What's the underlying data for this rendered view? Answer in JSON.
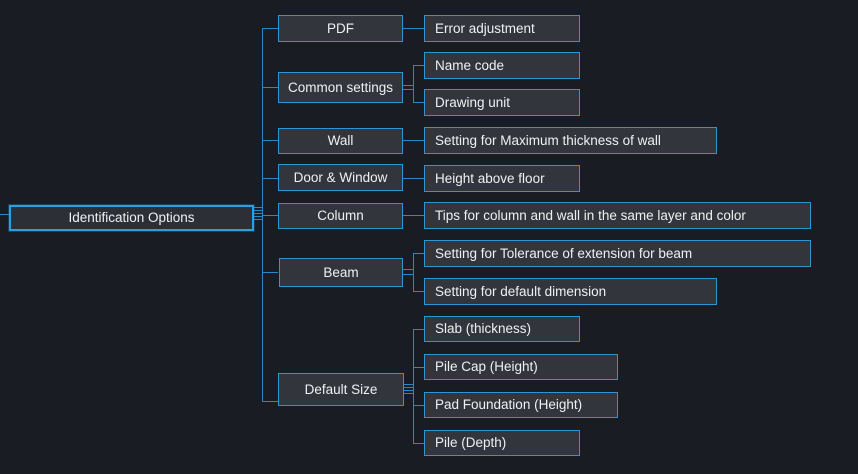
{
  "diagram": {
    "type": "mindmap-tree",
    "root": {
      "label": "Identification Options",
      "selected": true
    },
    "branches": [
      {
        "label": "PDF",
        "children": [
          {
            "label": "Error adjustment"
          }
        ]
      },
      {
        "label": "Common settings",
        "children": [
          {
            "label": "Name code"
          },
          {
            "label": "Drawing unit"
          }
        ]
      },
      {
        "label": "Wall",
        "children": [
          {
            "label": "Setting for Maximum thickness of wall"
          }
        ]
      },
      {
        "label": "Door & Window",
        "children": [
          {
            "label": "Height above floor"
          }
        ]
      },
      {
        "label": "Column",
        "children": [
          {
            "label": "Tips for column and wall in the same layer and color"
          }
        ]
      },
      {
        "label": "Beam",
        "children": [
          {
            "label": "Setting for Tolerance of extension for beam"
          },
          {
            "label": "Setting for default dimension"
          }
        ]
      },
      {
        "label": "Default Size",
        "children": [
          {
            "label": "Slab (thickness)"
          },
          {
            "label": "Pile Cap (Height)"
          },
          {
            "label": "Pad Foundation (Height)"
          },
          {
            "label": "Pile (Depth)"
          }
        ]
      }
    ],
    "colors": {
      "background": "#191c23",
      "node_fill": "#32363c",
      "node_border": "#2d96d2",
      "root_border": "#29a0e2",
      "connector": "#2b87c4",
      "text": "#f0f0f2"
    }
  }
}
